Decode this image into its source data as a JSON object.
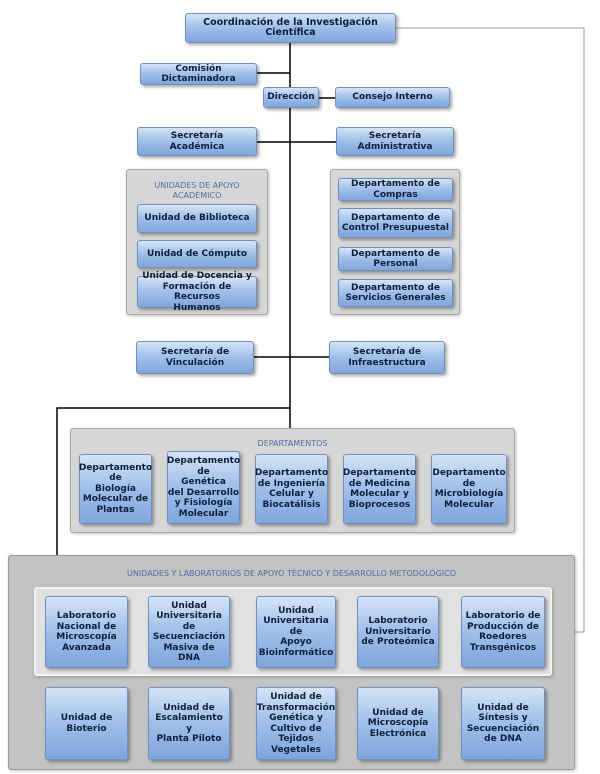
{
  "top": {
    "coordinacion": "Coordinación  de la Investigación Científica"
  },
  "comision": "Comisión\nDictaminadora",
  "direccion": "Dirección",
  "consejo": "Consejo Interno",
  "sec_academica": "Secretaría\nAcadémica",
  "sec_administrativa": "Secretaría\nAdministrativa",
  "apoyo_academico": {
    "title": "UNIDADES DE APOYO\nACADÉMICO",
    "items": [
      "Unidad de Biblioteca",
      "Unidad de Cómputo",
      "Unidad de Docencia y\nFormación de Recursos\nHumanos"
    ]
  },
  "administrativos": {
    "items": [
      "Departamento de\nCompras",
      "Departamento de\nControl Presupuestal",
      "Departamento de\nPersonal",
      "Departamento de\nServicios Generales"
    ]
  },
  "sec_vinculacion": "Secretaría de\nVinculación",
  "sec_infraestructura": "Secretaría de\nInfraestructura",
  "departamentos": {
    "title": "DEPARTAMENTOS",
    "items": [
      "Departamento de\nBiología\nMolecular de\nPlantas",
      "Departamento de\nGenética\ndel Desarrollo\ny Fisiología\nMolecular",
      "Departamento\nde Ingeniería\nCelular y\nBiocatálisis",
      "Departamento\nde Medicina\nMolecular y\nBioprocesos",
      "Departamento\nde\nMicrobiología\nMolecular"
    ]
  },
  "unidades_lab": {
    "title": "UNIDADES Y LABORATORIOS DE APOYO TÉCNICO Y DESARROLLO METODOLÓGICO",
    "row1": [
      "Laboratorio\nNacional  de\nMicroscopía\nAvanzada",
      "Unidad\nUniversitaria de\nSecuenciación\nMasiva de DNA",
      "Unidad\nUniversitaria de\nApoyo\nBioinformático",
      "Laboratorio\nUniversitario\nde Proteómica",
      "Laboratorio de\nProducción de\nRoedores\nTransgénicos"
    ],
    "row2": [
      "Unidad de\nBioterio",
      "Unidad  de\nEscalamiento y\nPlanta Piloto",
      "Unidad de\nTransformación\nGenética y\nCultivo de\nTejidos\nVegetales",
      "Unidad de\nMicroscopía\nElectrónica",
      "Unidad de\nSíntesis y\nSecuenciación\nde DNA"
    ]
  }
}
